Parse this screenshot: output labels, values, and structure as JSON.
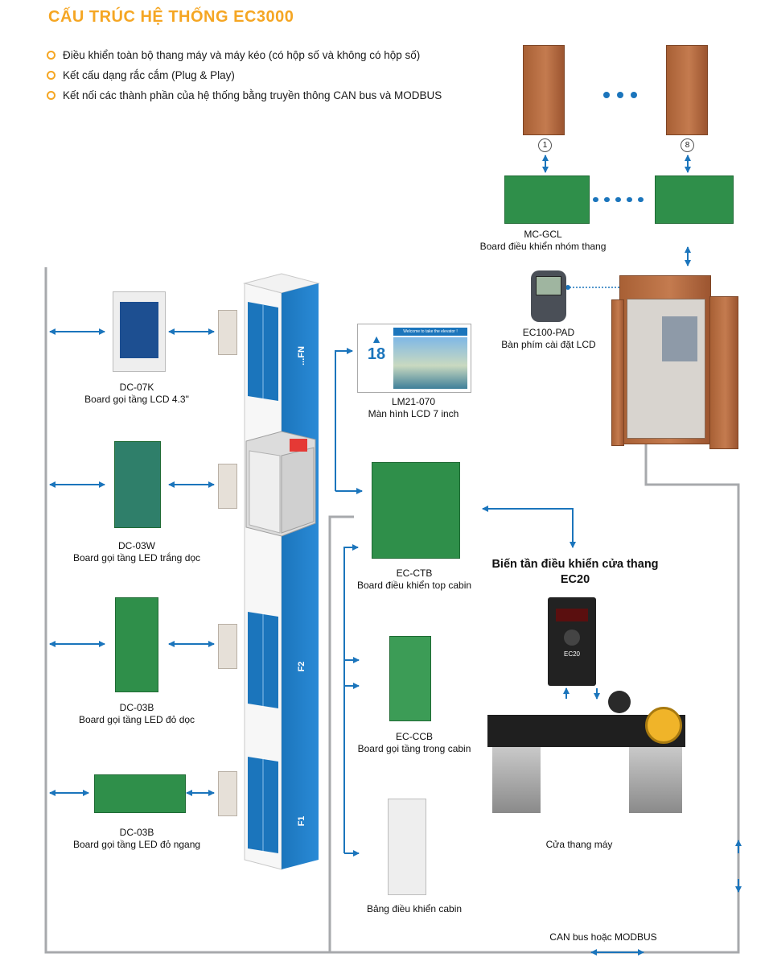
{
  "title": "CẤU TRÚC HỆ THỐNG EC3000",
  "bullets": [
    "Điều khiển toàn bộ thang máy và máy kéo (có hộp số và không có hộp số)",
    "Kết cấu dạng rắc cắm (Plug & Play)",
    "Kết nối các thành phần của hệ thống bằng truyền thông CAN bus và MODBUS"
  ],
  "cabinets": {
    "first_number": "1",
    "last_number": "8"
  },
  "mcgcl": {
    "model": "MC-GCL",
    "desc": "Board điều khiển nhóm thang"
  },
  "pad": {
    "model": "EC100-PAD",
    "desc": "Bàn phím cài đặt LCD"
  },
  "hall_boards": [
    {
      "model": "DC-07K",
      "desc": "Board gọi tầng LCD 4.3\""
    },
    {
      "model": "DC-03W",
      "desc": "Board gọi tầng LED trắng dọc"
    },
    {
      "model": "DC-03B",
      "desc": "Board gọi tầng LED đỏ dọc"
    },
    {
      "model": "DC-03B",
      "desc": "Board gọi tầng LED đỏ ngang"
    }
  ],
  "floors": [
    "...FN",
    "F2",
    "F1"
  ],
  "lcd": {
    "model": "LM21-070",
    "desc": "Màn hình LCD 7 inch",
    "floor_number": "18",
    "banner": "Welcome to take the elevator !"
  },
  "ctb": {
    "model": "EC-CTB",
    "desc": "Board điều khiển top cabin"
  },
  "ccb": {
    "model": "EC-CCB",
    "desc": "Board gọi tầng trong cabin"
  },
  "cabin_panel": {
    "desc": "Bảng điều khiển cabin"
  },
  "door_drive": {
    "title_line1": "Biến tần điều khiển cửa thang",
    "title_line2": "EC20",
    "inverter_label": "EC20"
  },
  "door": {
    "desc": "Cửa thang máy"
  },
  "bus_label": "CAN bus hoặc MODBUS",
  "colors": {
    "title": "#f5a623",
    "arrow": "#1b75bc",
    "wire": "#a7a9ac",
    "shaft": "#1b75bc",
    "cabinet": "#b8693f",
    "pcb": "#2f8f4a"
  }
}
